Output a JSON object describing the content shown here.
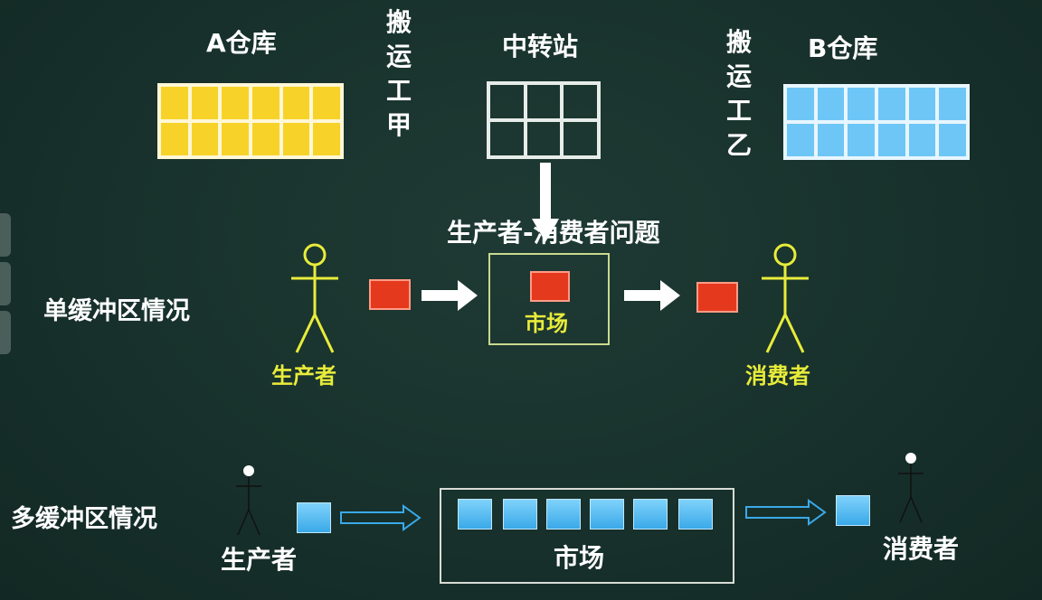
{
  "top": {
    "warehouse_a": "A仓库",
    "porter_a": [
      "搬",
      "运",
      "工",
      "甲"
    ],
    "transfer_station": "中转站",
    "porter_b": [
      "搬",
      "运",
      "工",
      "乙"
    ],
    "warehouse_b": "B仓库"
  },
  "title": "生产者-消费者问题",
  "single": {
    "section_label": "单缓冲区情况",
    "producer": "生产者",
    "market": "市场",
    "consumer": "消费者"
  },
  "multi": {
    "section_label": "多缓冲区情况",
    "producer": "生产者",
    "market": "市场",
    "consumer": "消费者",
    "buffer_count": 6
  },
  "colors": {
    "producer_consumer_figure": "#e8ec3a",
    "product_red": "#e5391e",
    "product_blue": "#4fb7f0",
    "warehouse_a": "#f7d329",
    "warehouse_b": "#6ec6f7"
  }
}
